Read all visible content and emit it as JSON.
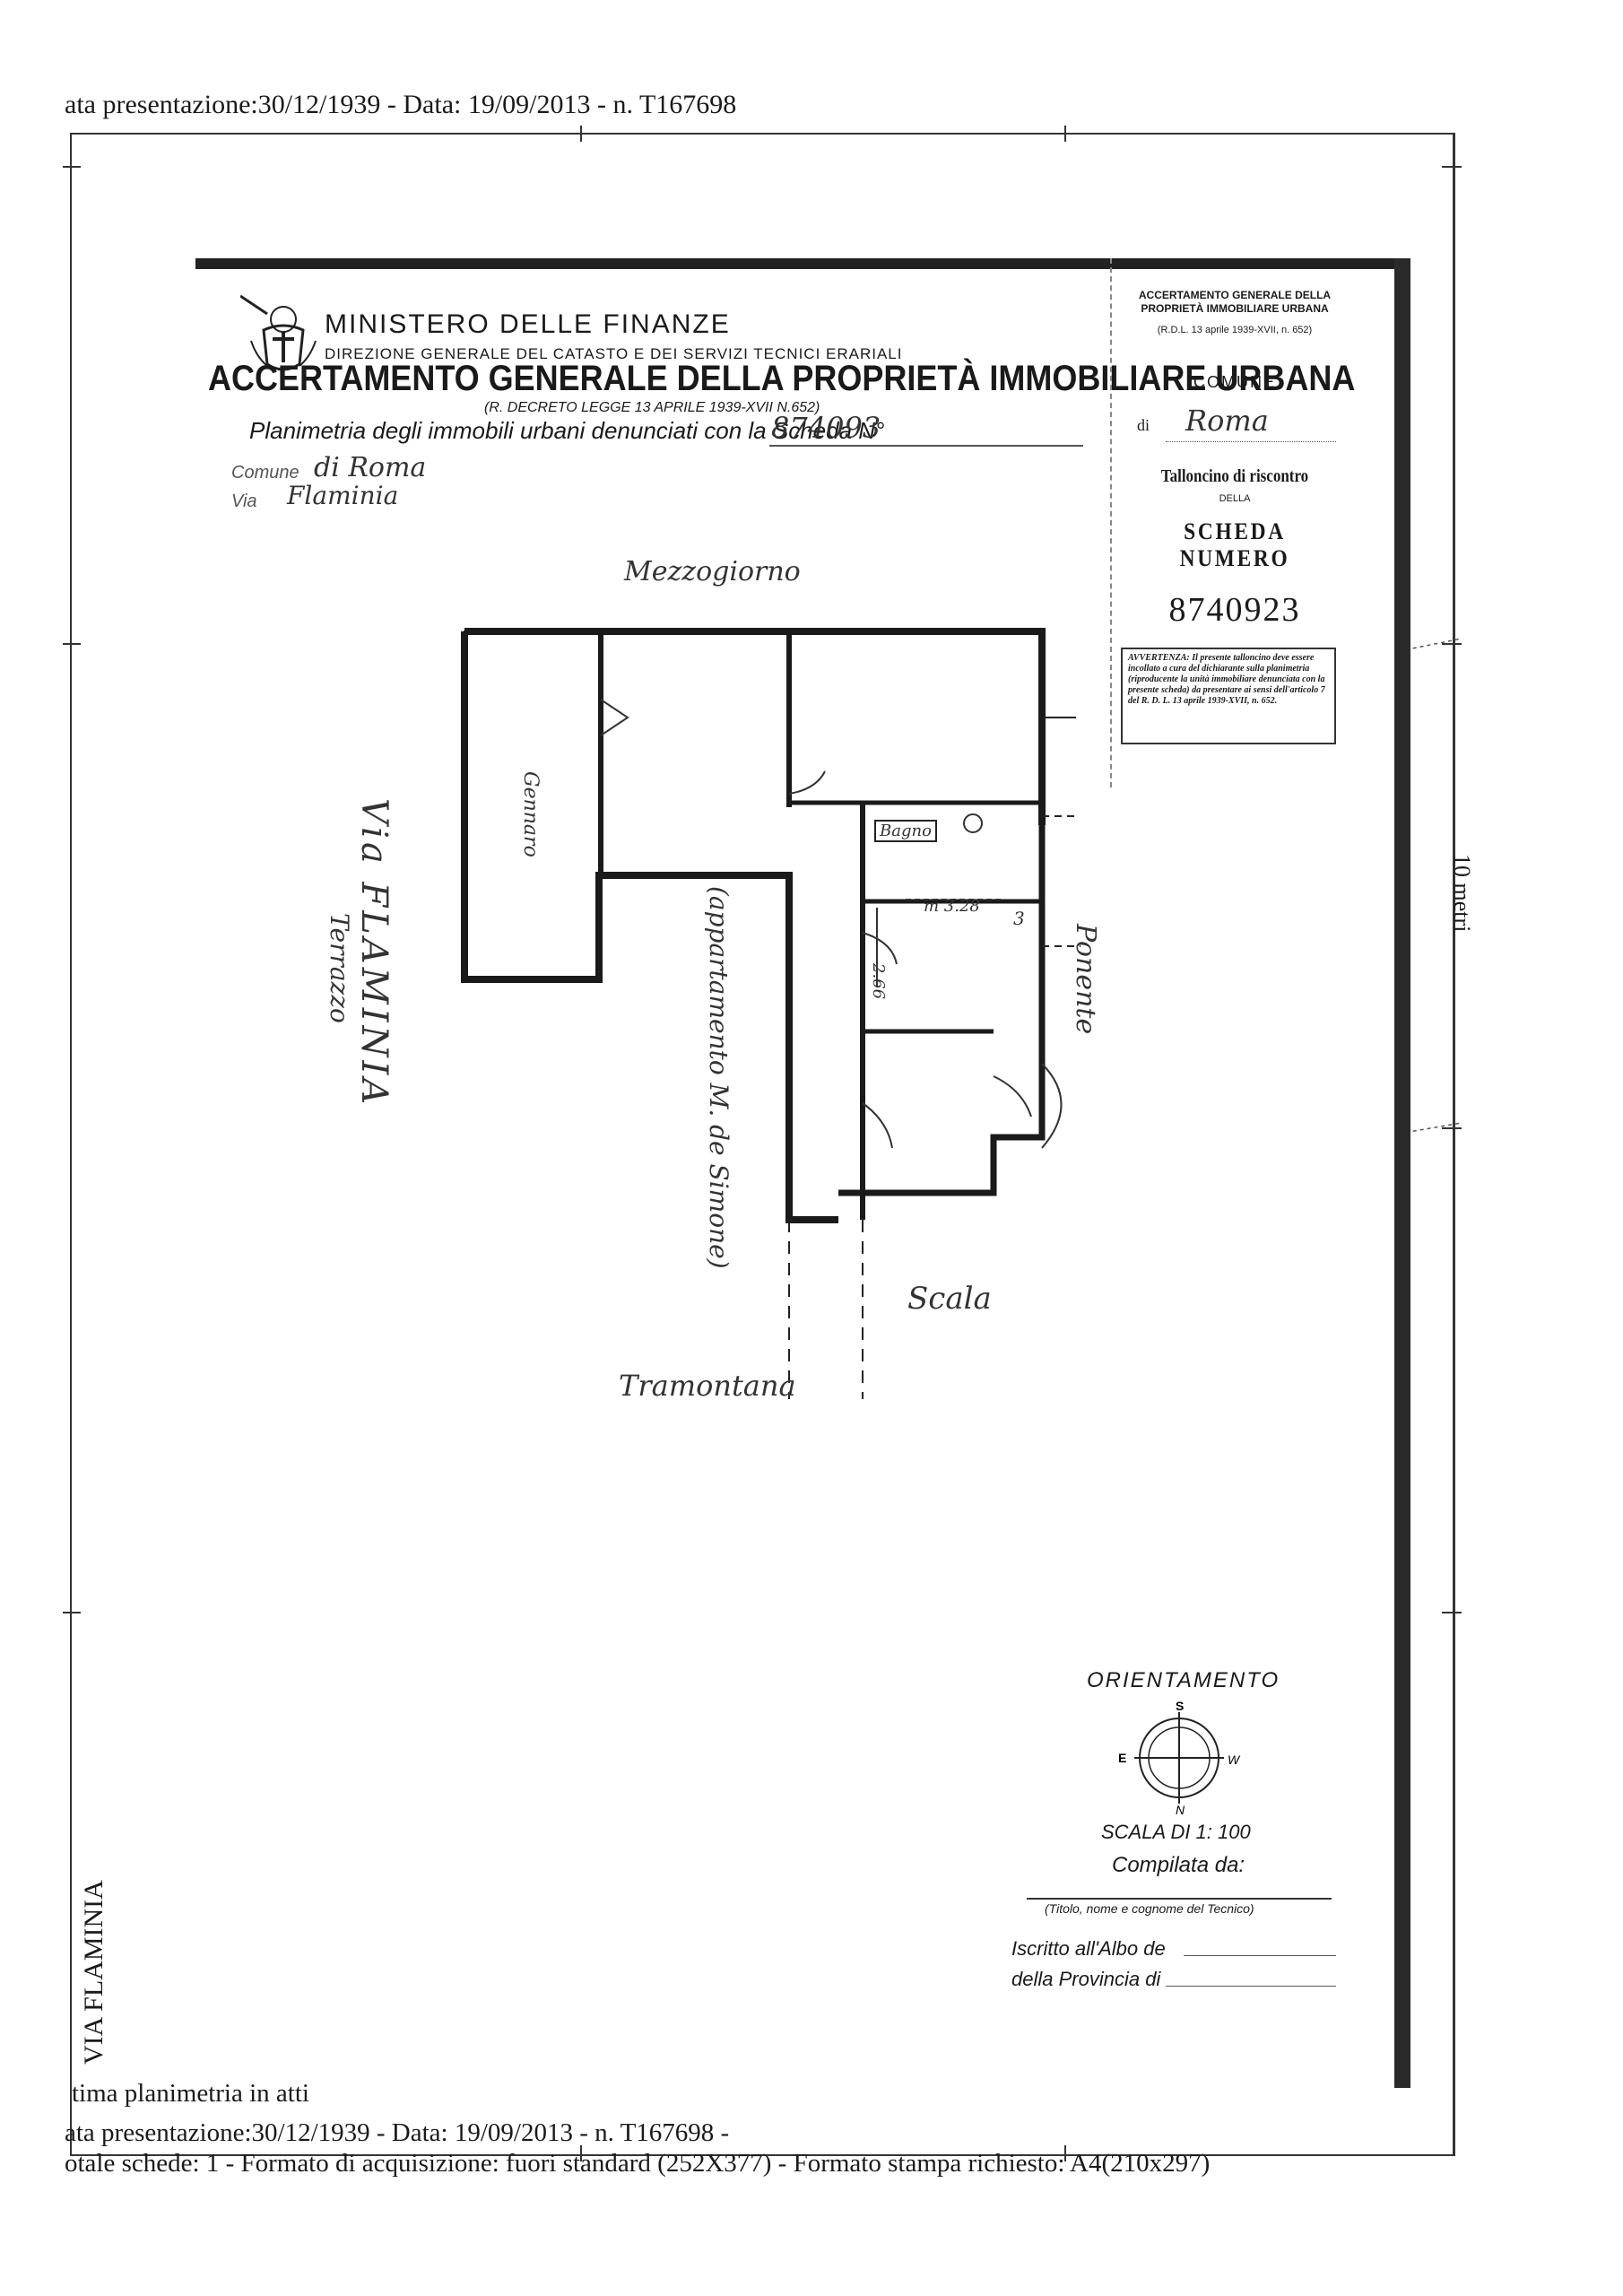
{
  "header": {
    "line": "ata presentazione:30/12/1939 - Data: 19/09/2013 - n. T167698"
  },
  "form": {
    "ministry": "MINISTERO DELLE FINANZE",
    "direzione": "DIREZIONE GENERALE DEL CATASTO E DEI SERVIZI TECNICI ERARIALI",
    "title": "ACCERTAMENTO GENERALE DELLA PROPRIETÀ IMMOBILIARE URBANA",
    "decreto": "(R. DECRETO LEGGE 13 APRILE 1939-XVII N.652)",
    "planimetria_label": "Planimetria degli immobili urbani denunciati con la Scheda N°",
    "scheda_handwritten": "874093",
    "comune_label": "Comune",
    "comune_handwritten": "di Roma",
    "via_label": "Via",
    "via_handwritten": "Flaminia"
  },
  "stub": {
    "title": "ACCERTAMENTO GENERALE DELLA PROPRIETÀ IMMOBILIARE URBANA",
    "rdl": "(R.D.L. 13 aprile 1939-XVII, n. 652)",
    "comune_label": "COMUNE",
    "di_label": "di",
    "comune_handwritten": "Roma",
    "talloncino": "Talloncino di riscontro",
    "della": "DELLA",
    "scheda_numero": "SCHEDA NUMERO",
    "number": "8740923",
    "avvertenza": "AVVERTENZA: Il presente talloncino deve essere incollato a cura del dichiarante sulla planimetria (riproducente la unità immobiliare denunciata con la presente scheda) da presentare ai sensi dell'articolo 7 del R. D. L. 13 aprile 1939-XVII, n. 652."
  },
  "plan": {
    "north_label": "Mezzogiorno",
    "south_label": "Tramontana",
    "west_label": "Ponente",
    "street_label": "Via FLAMINIA",
    "terrace_label": "Terrazzo",
    "neighbor_label": "(appartamento M. de Simone)",
    "stair_label": "Scala",
    "room_label": "Gennaro",
    "bagno_label": "Bagno",
    "dimension_a": "m 3.28",
    "dimension_b": "2.66",
    "room_number": "3",
    "scale_bar_label": "10 metri"
  },
  "legend": {
    "orientamento": "ORIENTAMENTO",
    "compass": {
      "s": "S",
      "e": "E",
      "w": "W",
      "n": "N"
    },
    "scala": "SCALA DI 1: 100",
    "compilata": "Compilata da:",
    "titolo": "(Titolo, nome e cognome del Tecnico)",
    "iscritto": "Iscritto all'Albo de",
    "provincia": "della Provincia di"
  },
  "footer": {
    "side_label": "VIA FLAMINIA",
    "line1": "tima planimetria in atti",
    "line2": "ata presentazione:30/12/1939 - Data: 19/09/2013 - n. T167698 -",
    "line3": "otale schede: 1 - Formato di acquisizione: fuori standard (252X377) - Formato stampa richiesto: A4(210x297)"
  }
}
